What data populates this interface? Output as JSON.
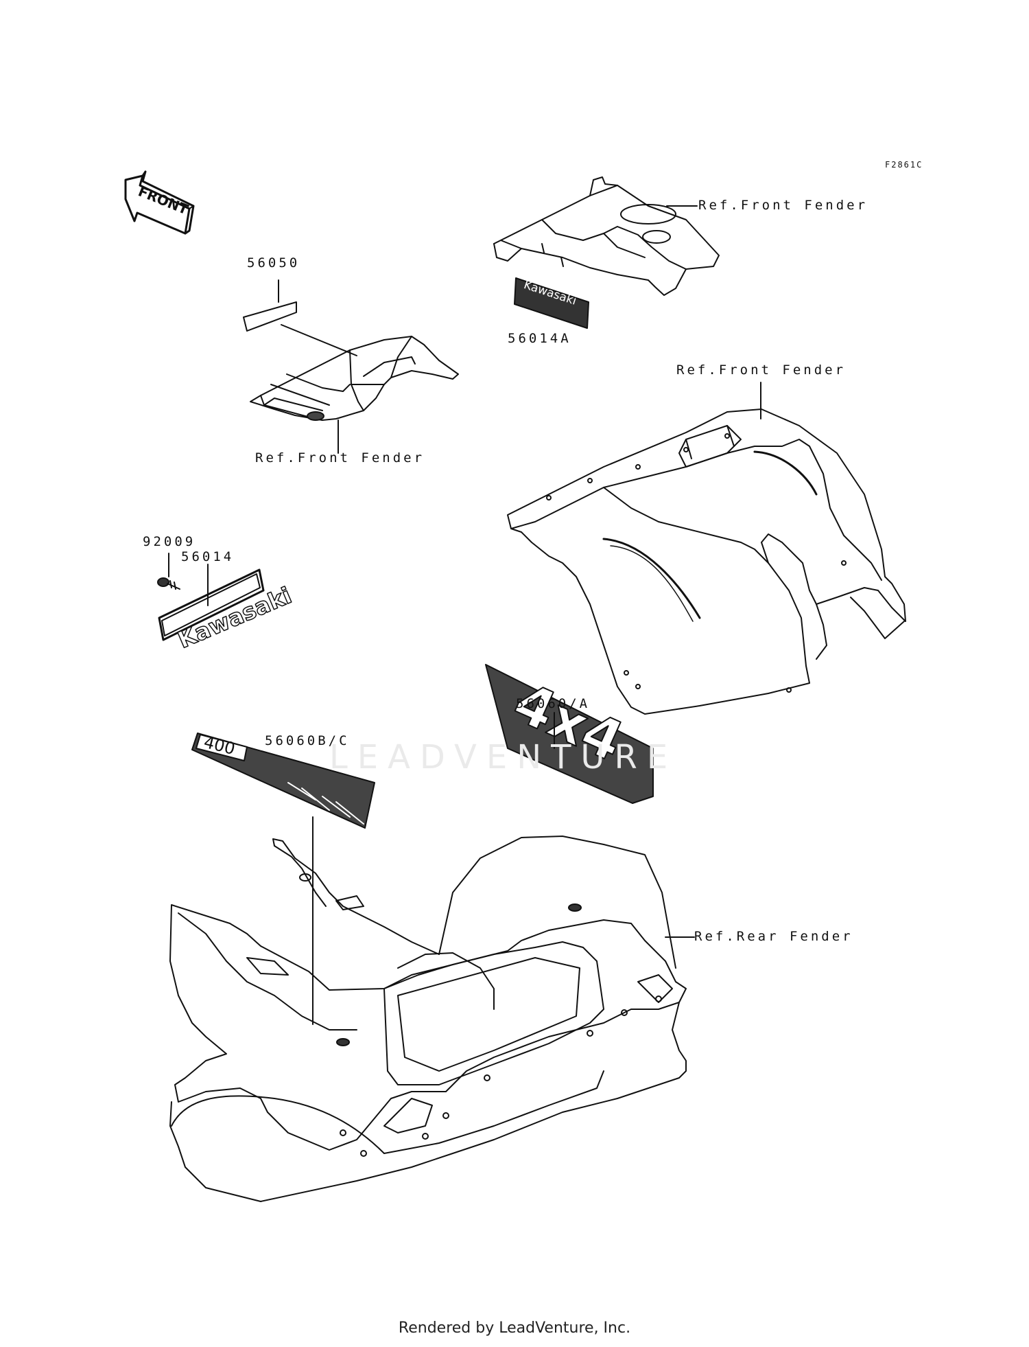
{
  "diagram": {
    "figure_code": "F2861C",
    "front_arrow_text": "FRONT",
    "labels": {
      "part_56050": "56050",
      "part_56014A": "56014A",
      "part_92009": "92009",
      "part_56014": "56014",
      "part_56060A": "56060/A",
      "part_56060BC": "56060B/C",
      "ref_front_fender_top": "Ref.Front Fender",
      "ref_front_fender_right": "Ref.Front Fender",
      "ref_front_fender_left": "Ref.Front Fender",
      "ref_rear_fender": "Ref.Rear Fender"
    },
    "decals": {
      "kawasaki_small": "Kawasaki",
      "kawasaki_large": "Kawasaki",
      "model_400": "400",
      "four_by_four": "4x4"
    },
    "watermark": "LEADVENTURE"
  },
  "footer": {
    "text": "Rendered by LeadVenture, Inc."
  }
}
